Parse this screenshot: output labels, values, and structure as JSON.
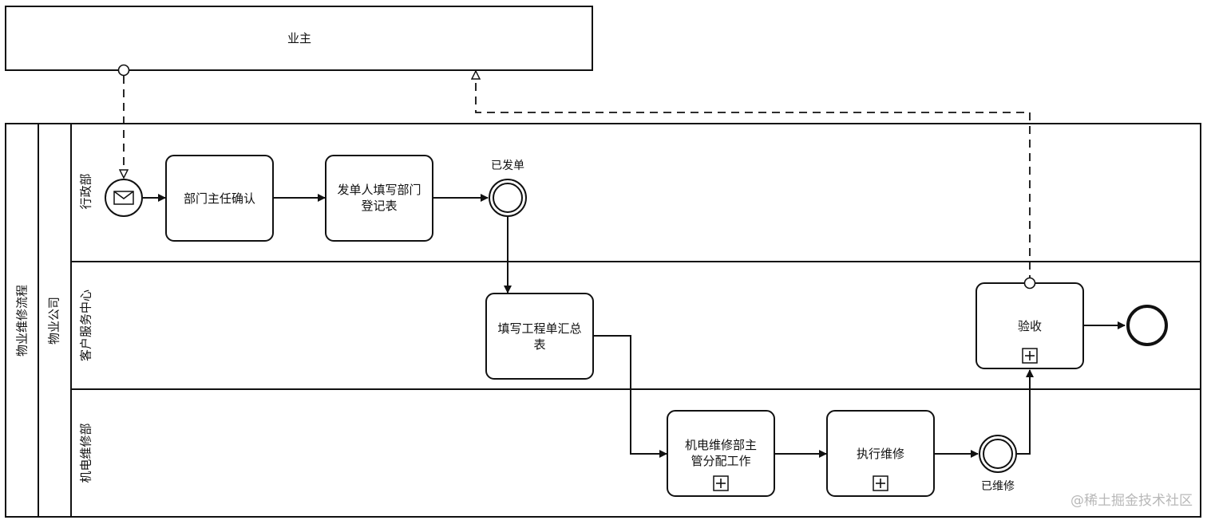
{
  "pool_external": {
    "label": "业主"
  },
  "pool_main": {
    "label": "物业维修流程",
    "sub_label": "物业公司",
    "lanes": [
      {
        "label": "行政部"
      },
      {
        "label": "客户服务中心"
      },
      {
        "label": "机电维修部"
      }
    ]
  },
  "tasks": {
    "confirm": [
      "部门主任确认"
    ],
    "fill_form": [
      "发单人填写部门",
      "登记表"
    ],
    "summary": [
      "填写工程单汇总",
      "表"
    ],
    "assign": [
      "机电维修部主",
      "管分配工作"
    ],
    "execute": [
      "执行维修"
    ],
    "accept": [
      "验收"
    ]
  },
  "events": {
    "issued": "已发单",
    "repaired": "已维修"
  },
  "watermark": "@稀土掘金技术社区"
}
